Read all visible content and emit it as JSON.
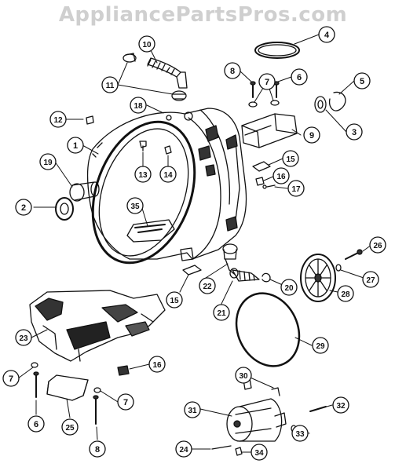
{
  "watermark": "AppliancePartsPros.com",
  "callouts": [
    {
      "label": "1",
      "name": "callout-1-outer-tub"
    },
    {
      "label": "2",
      "name": "callout-2-seal"
    },
    {
      "label": "3",
      "name": "callout-3-bearing"
    },
    {
      "label": "4",
      "name": "callout-4-hose-loop"
    },
    {
      "label": "5",
      "name": "callout-5-retaining-ring"
    },
    {
      "label": "6",
      "name": "callout-6-bolt-top"
    },
    {
      "label": "7",
      "name": "callout-7-washers-top"
    },
    {
      "label": "8",
      "name": "callout-8-bolt-top"
    },
    {
      "label": "9",
      "name": "callout-9-bracket"
    },
    {
      "label": "10",
      "name": "callout-10-hose"
    },
    {
      "label": "11",
      "name": "callout-11-clamp-top"
    },
    {
      "label": "12",
      "name": "callout-12-nut"
    },
    {
      "label": "13",
      "name": "callout-13-clip"
    },
    {
      "label": "14",
      "name": "callout-14-clip"
    },
    {
      "label": "15",
      "name": "callout-15-pad-right"
    },
    {
      "label": "16",
      "name": "callout-16-clip-right"
    },
    {
      "label": "17",
      "name": "callout-17-screw"
    },
    {
      "label": "18",
      "name": "callout-18-fitting"
    },
    {
      "label": "19",
      "name": "callout-19-sleeve"
    },
    {
      "label": "35",
      "name": "callout-35-heater"
    },
    {
      "label": "15",
      "name": "callout-15-pad-bottom"
    },
    {
      "label": "22",
      "name": "callout-22-elbow"
    },
    {
      "label": "21",
      "name": "callout-21-drain-hose"
    },
    {
      "label": "20",
      "name": "callout-20-clamp"
    },
    {
      "label": "26",
      "name": "callout-26-bolt"
    },
    {
      "label": "27",
      "name": "callout-27-washer"
    },
    {
      "label": "28",
      "name": "callout-28-pulley"
    },
    {
      "label": "29",
      "name": "callout-29-belt"
    },
    {
      "label": "23",
      "name": "callout-23-base-frame"
    },
    {
      "label": "16",
      "name": "callout-16-clip-bottom"
    },
    {
      "label": "7",
      "name": "callout-7-washer-left"
    },
    {
      "label": "7",
      "name": "callout-7-washer-right"
    },
    {
      "label": "6",
      "name": "callout-6-bolt-bottom"
    },
    {
      "label": "25",
      "name": "callout-25-damper"
    },
    {
      "label": "8",
      "name": "callout-8-bolt-bottom"
    },
    {
      "label": "30",
      "name": "callout-30-bolt"
    },
    {
      "label": "31",
      "name": "callout-31-motor"
    },
    {
      "label": "32",
      "name": "callout-32-screw"
    },
    {
      "label": "33",
      "name": "callout-33-washer"
    },
    {
      "label": "24",
      "name": "callout-24-screw"
    },
    {
      "label": "34",
      "name": "callout-34-nut"
    }
  ]
}
